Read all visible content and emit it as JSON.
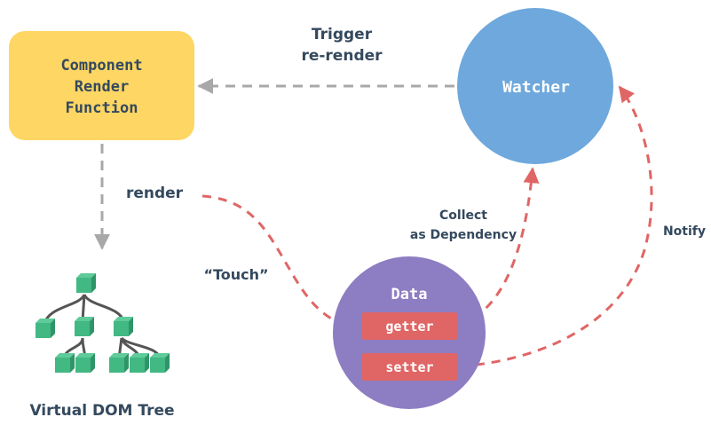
{
  "title": "Vue Reactivity Data Flow",
  "colors": {
    "component_box": "#FDD663",
    "component_text": "#34495E",
    "watcher": "#6EA8DC",
    "data": "#8D7DC2",
    "accessor_box": "#E06565",
    "accessor_text": "#FFFFFF",
    "reactive_arrow": "#E06565",
    "render_arrow": "#A8A8A8",
    "label_text": "#34495E",
    "tree_node": "#42B883",
    "tree_edge": "#555555"
  },
  "nodes": {
    "component": {
      "lines": [
        "Component",
        "Render",
        "Function"
      ]
    },
    "watcher": {
      "label": "Watcher"
    },
    "data": {
      "label": "Data",
      "getter": "getter",
      "setter": "setter"
    },
    "vdom": {
      "label": "Virtual DOM Tree"
    }
  },
  "edges": {
    "trigger": {
      "lines": [
        "Trigger",
        "re-render"
      ],
      "from": "watcher",
      "to": "component"
    },
    "render": {
      "label": "render",
      "from": "component",
      "to": "vdom"
    },
    "touch": {
      "label": "“Touch”",
      "from": "render",
      "to": "getter"
    },
    "collect": {
      "lines": [
        "Collect",
        "as Dependency"
      ],
      "from": "getter",
      "to": "watcher"
    },
    "notify": {
      "label": "Notify",
      "from": "setter",
      "to": "watcher"
    }
  }
}
